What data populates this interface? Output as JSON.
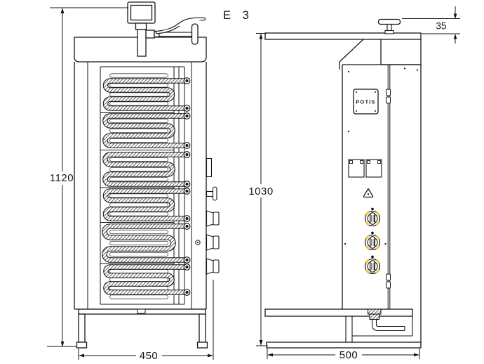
{
  "title": "E 3",
  "front_view": {
    "height_mm": "1120",
    "width_mm": "450",
    "heating_sections": 6,
    "runs_per_section": 4
  },
  "side_view": {
    "height_mm": "1030",
    "depth_mm": "500",
    "top_detail_mm": "35",
    "brand_plate": "POTIS",
    "control_knobs": 3
  },
  "colors": {
    "line": "#161616",
    "knob_accent": "#F0C23F",
    "background": "#FFFFFF"
  }
}
